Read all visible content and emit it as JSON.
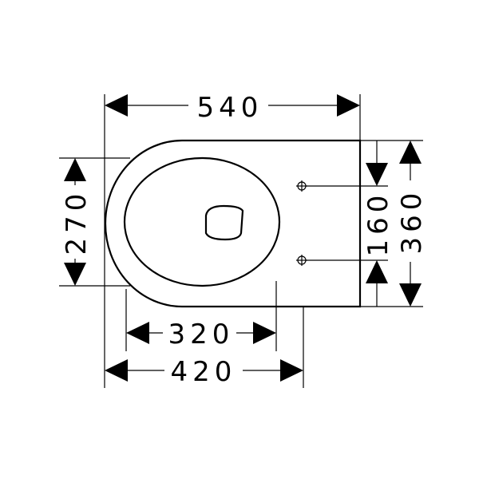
{
  "dimensions": {
    "total_length": "540",
    "total_width": "360",
    "seat_width": "270",
    "fixing_spacing": "160",
    "inner_length": "320",
    "outer_length": "420"
  },
  "colors": {
    "line": "#000000",
    "background": "#ffffff"
  },
  "icons": {
    "fixing_hole": "crosshair-circle-icon"
  }
}
